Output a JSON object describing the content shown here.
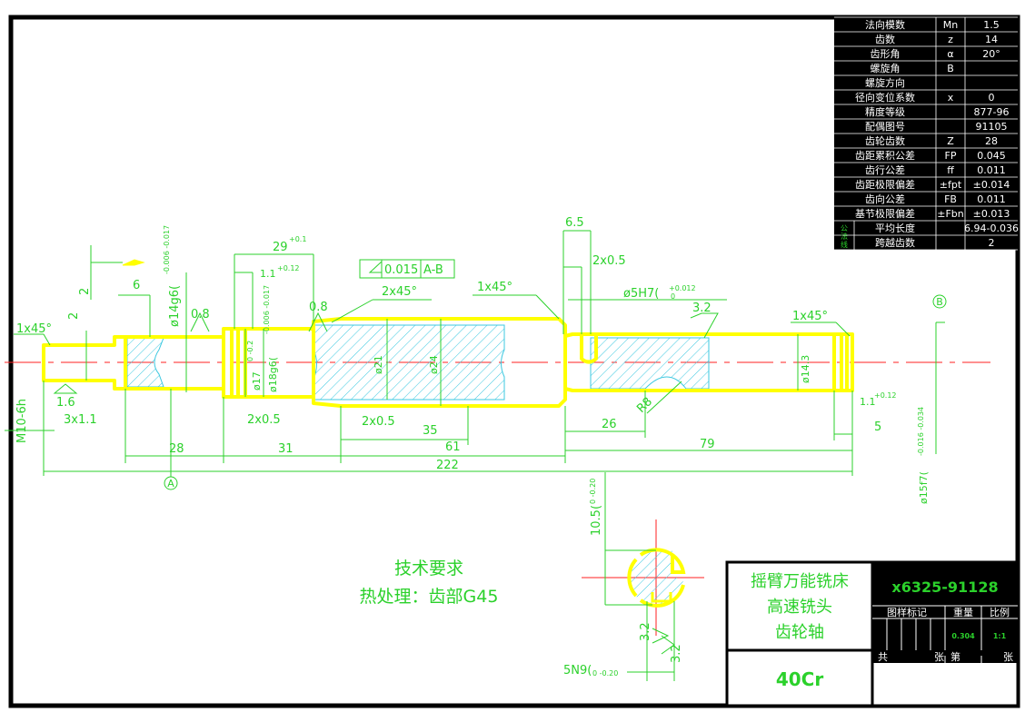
{
  "param_table": [
    {
      "name": "法向模数",
      "sym": "Mn",
      "val": "1.5"
    },
    {
      "name": "齿数",
      "sym": "z",
      "val": "14"
    },
    {
      "name": "齿形角",
      "sym": "α",
      "val": "20°"
    },
    {
      "name": "螺旋角",
      "sym": "B",
      "val": ""
    },
    {
      "name": "螺旋方向",
      "sym": "",
      "val": ""
    },
    {
      "name": "径向变位系数",
      "sym": "x",
      "val": "0"
    },
    {
      "name": "精度等级",
      "sym": "",
      "val": "877-96"
    },
    {
      "name": "配偶图号",
      "sym": "",
      "val": "91105"
    },
    {
      "name": "齿轮齿数",
      "sym": "Z",
      "val": "28"
    },
    {
      "name": "齿距累积公差",
      "sym": "FP",
      "val": "0.045"
    },
    {
      "name": "齿行公差",
      "sym": "ff",
      "val": "0.011"
    },
    {
      "name": "齿距极限偏差",
      "sym": "±fpt",
      "val": "±0.014"
    },
    {
      "name": "齿向公差",
      "sym": "FB",
      "val": "0.011"
    },
    {
      "name": "基节极限偏差",
      "sym": "±Fbn",
      "val": "±0.013"
    },
    {
      "name": "平均长度",
      "sym": "",
      "val": "6.94-0.036"
    },
    {
      "name": "跨越齿数",
      "sym": "",
      "val": "2"
    }
  ],
  "param_side_label": "公法线",
  "dims": {
    "d29": "29",
    "d29_tol": "+0.1",
    "d1_1": "1.1",
    "d1_1_tol": "+0.12",
    "runout_val": "0.015",
    "runout_ref": "A-B",
    "d2x45": "2x45°",
    "d1x45_mid": "1x45°",
    "d1x45_left": "1x45°",
    "d1x45_right": "1x45°",
    "d6_5": "6.5",
    "d2x0_5_top": "2x0.5",
    "keyway": "ø5H7(",
    "keyway_tol": "+0.012",
    "keyway_tol_lo": "0",
    "r32": "3.2",
    "r08a": "0.8",
    "r08b": "0.8",
    "r16": "1.6",
    "phi14": "ø14g6(",
    "phi14_tol": "-0.006 -0.017",
    "phi17": "ø17",
    "phi17_tol": "0 -0.2",
    "phi18": "ø18g6(",
    "phi18_tol": "-0.006 -0.017",
    "phi21": "ø21",
    "phi24": "ø24",
    "phi14_3": "ø14.3",
    "phi15": "ø15f7(",
    "phi15_tol": "-0.016 -0.034",
    "d6": "6",
    "d2a": "2",
    "d2b": "2",
    "thread": "M10-6h",
    "d3x1_1": "3x1.1",
    "d2x0_5a": "2x0.5",
    "d2x0_5b": "2x0.5",
    "d35": "35",
    "d26": "26",
    "d5": "5",
    "d28": "28",
    "d31": "31",
    "d61": "61",
    "d79": "79",
    "d222": "222",
    "r8": "R8",
    "d1_1r": "1.1",
    "d1_1r_tol": "+0.12",
    "datum_a": "A",
    "datum_b": "B",
    "sec_10_5": "10.5(",
    "sec_10_5_tol": "0 -0.20",
    "sec_r32a": "3.2",
    "sec_r32b": "3.2",
    "sec_5n9": "5N9(",
    "sec_5n9_tol": "0 -0.20"
  },
  "notes": {
    "title": "技术要求",
    "line1": "热处理：齿部G45"
  },
  "title_block": {
    "name_l1": "摇臂万能铣床",
    "name_l2": "高速铣头",
    "name_l3": "齿轮轴",
    "drawing_no": "x6325-91128",
    "hdr_mark": "图样标记",
    "hdr_weight": "重量",
    "hdr_scale": "比例",
    "weight": "0.304",
    "scale": "1:1",
    "total": "共",
    "sheet": "张",
    "page": "第",
    "sheet2": "张",
    "material": "40Cr"
  },
  "colors": {
    "dim": "#2bd12b",
    "outline": "#ffff00",
    "hatch": "#3cc8e0",
    "center": "#ff2020",
    "frame": "#000000"
  }
}
